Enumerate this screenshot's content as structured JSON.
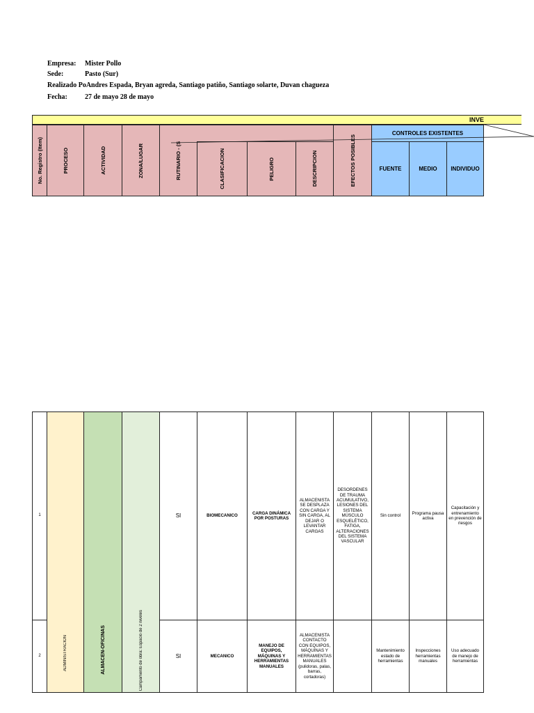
{
  "info": {
    "empresa_label": "Empresa:",
    "empresa_value": "Mister Pollo",
    "sede_label": "Sede:",
    "sede_value": "Pasto (Sur)",
    "realizado_label": "Realizado Po",
    "realizado_value": "Andres Espada, Bryan agreda, Santiago patiño, Santiago solarte, Duvan chagueza",
    "fecha_label": "Fecha:",
    "fecha_value": "27 de mayo  28 de mayo"
  },
  "banner": {
    "text": "INVE"
  },
  "headers": {
    "registro": "No. Registro (Item)",
    "proceso": "PROCESO",
    "actividad": "ACTIVIDAD",
    "zona": "ZONA/LUGAR",
    "rutinario": "RUTINARIO - (SI/NO)",
    "clasificacion": "CLASIFICACION",
    "peligro": "PELIGRO",
    "descripcion": "DESCRIPCION",
    "efectos": "EFECTOS POSIBLES",
    "controles": "CONTROLES EXISTENTES",
    "fuente": "FUENTE",
    "medio": "MEDIO",
    "individuo": "INDIVIDUO"
  },
  "merged": {
    "proceso": "ADMINISTRACION",
    "actividad": "ALMACEN-OFICINAS",
    "zona": "Campamento de obra: Espacio de 2 niveles"
  },
  "rows": [
    {
      "num": "1",
      "rutinario": "SI",
      "clasificacion": "BIOMECANICO",
      "peligro": "CARGA DINÁMICA POR POSTURAS",
      "descripcion": "ALMACENISTA SE DESPLAZA CON CARGA Y SIN CARGA, AL DEJAR O LEVANTAR CARGAS",
      "efectos": "DESORDENES DE TRAUMA ACUMULATIVO, LESIONES DEL SISTEMA MÚSCULO ESQUELÉTICO, FATIGA, ALTERACIONES DEL SISTEMA VASCULAR",
      "fuente": "Sin control",
      "medio": "Programa pausa activa",
      "individuo": "Capacitación y entrenamiento en prevención de riesgos"
    },
    {
      "num": "2",
      "rutinario": "SI",
      "clasificacion": "MECANICO",
      "peligro": "MANEJO DE EQUIPOS, MÁQUINAS Y HERRAMIENTAS MANUALES",
      "descripcion": "ALMACENISTA CONTACTO CON EQUIPOS, MÁQUINAS Y HERRAMIENTAS MANUALES (pulidoras, palas, barras, cortadoras)",
      "efectos": "",
      "fuente": "Mantenimiento estado de herramientas",
      "medio": "Inspecciones herramientas manuales",
      "individuo": "Uso adecuado de manejo de herramientas"
    }
  ],
  "colors": {
    "header_pink": "#e5b7b8",
    "header_blue": "#99ccff",
    "banner_yellow": "#ffff99",
    "proceso_fill": "#fff2cc",
    "actividad_fill": "#c5e0b4",
    "zona_fill": "#e2efda"
  }
}
